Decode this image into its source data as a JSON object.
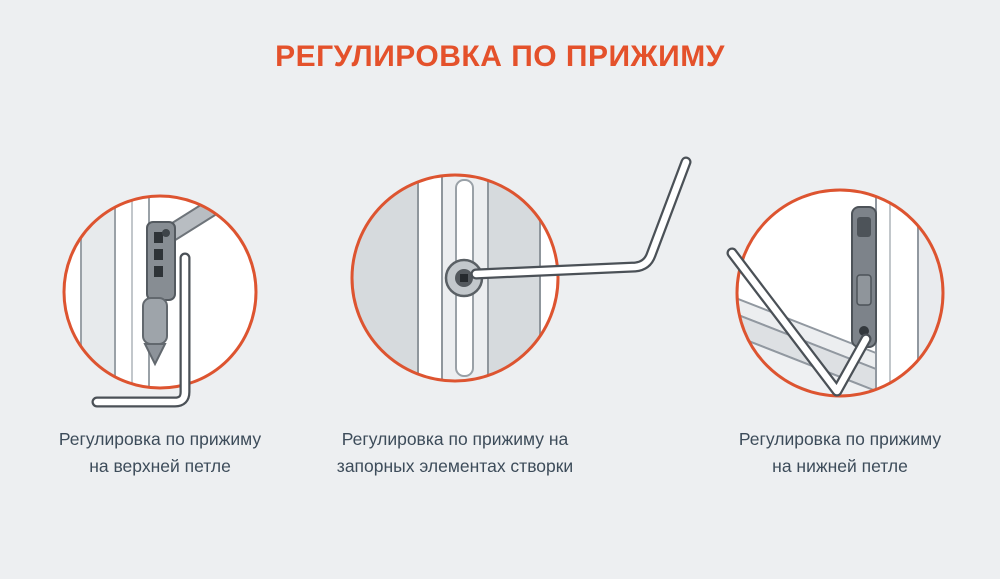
{
  "title": "РЕГУЛИРОВКА ПО ПРИЖИМУ",
  "colors": {
    "accent_orange": "#e4512b",
    "background": "#edeff1",
    "caption_text": "#3d4c5a",
    "circle_ring": "#dd5430"
  },
  "figures": [
    {
      "id": "top-hinge",
      "illustration": "window-top-hinge-with-hex-key",
      "caption_line1": "Регулировка по прижиму",
      "caption_line2": "на верхней петле"
    },
    {
      "id": "sash-locking-elements",
      "illustration": "locking-cam-eccentric-with-hex-key",
      "caption_line1": "Регулировка по прижиму на",
      "caption_line2": "запорных элементах створки"
    },
    {
      "id": "bottom-hinge",
      "illustration": "window-bottom-hinge-with-hex-key",
      "caption_line1": "Регулировка по прижиму",
      "caption_line2": "на нижней петле"
    }
  ]
}
